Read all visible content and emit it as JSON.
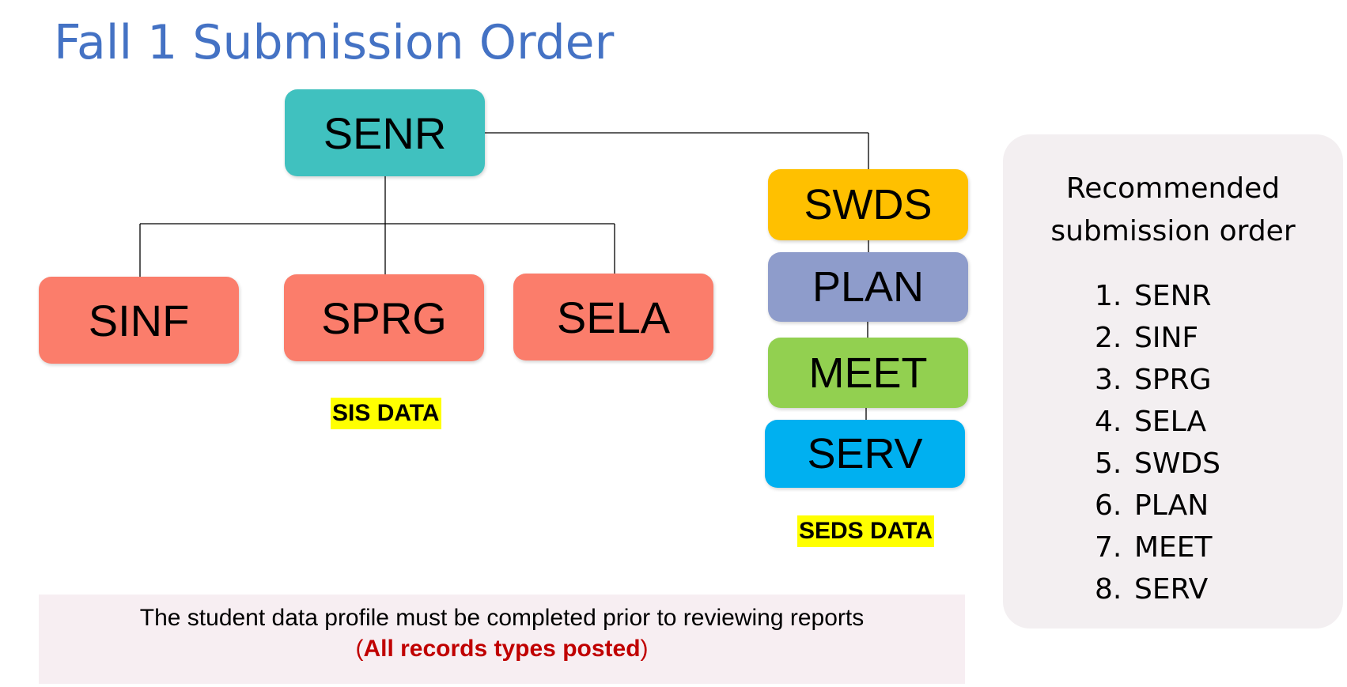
{
  "title": "Fall 1 Submission Order",
  "diagram": {
    "root": {
      "label": "SENR",
      "color": "#40c1bf"
    },
    "sis_children": [
      {
        "label": "SINF",
        "color": "#fb7d6b"
      },
      {
        "label": "SPRG",
        "color": "#fb7d6b"
      },
      {
        "label": "SELA",
        "color": "#fb7d6b"
      }
    ],
    "seds_chain": [
      {
        "label": "SWDS",
        "color": "#ffc000"
      },
      {
        "label": "PLAN",
        "color": "#8e9ccb"
      },
      {
        "label": "MEET",
        "color": "#92d050"
      },
      {
        "label": "SERV",
        "color": "#00b0f0"
      }
    ],
    "sis_tag": "SIS DATA",
    "seds_tag": "SEDS DATA",
    "tag_color": "#ffff00"
  },
  "note": {
    "line1": "The student data profile must be completed prior to reviewing reports",
    "line2_open": "(",
    "line2_bold": "All records types posted",
    "line2_close": ")"
  },
  "recommended": {
    "heading": "Recommended submission order",
    "items": [
      {
        "num": "1.",
        "label": "SENR"
      },
      {
        "num": "2.",
        "label": "SINF"
      },
      {
        "num": "3.",
        "label": "SPRG"
      },
      {
        "num": "4.",
        "label": "SELA"
      },
      {
        "num": "5.",
        "label": "SWDS"
      },
      {
        "num": "6.",
        "label": "PLAN"
      },
      {
        "num": "7.",
        "label": "MEET"
      },
      {
        "num": "8.",
        "label": "SERV"
      }
    ]
  }
}
